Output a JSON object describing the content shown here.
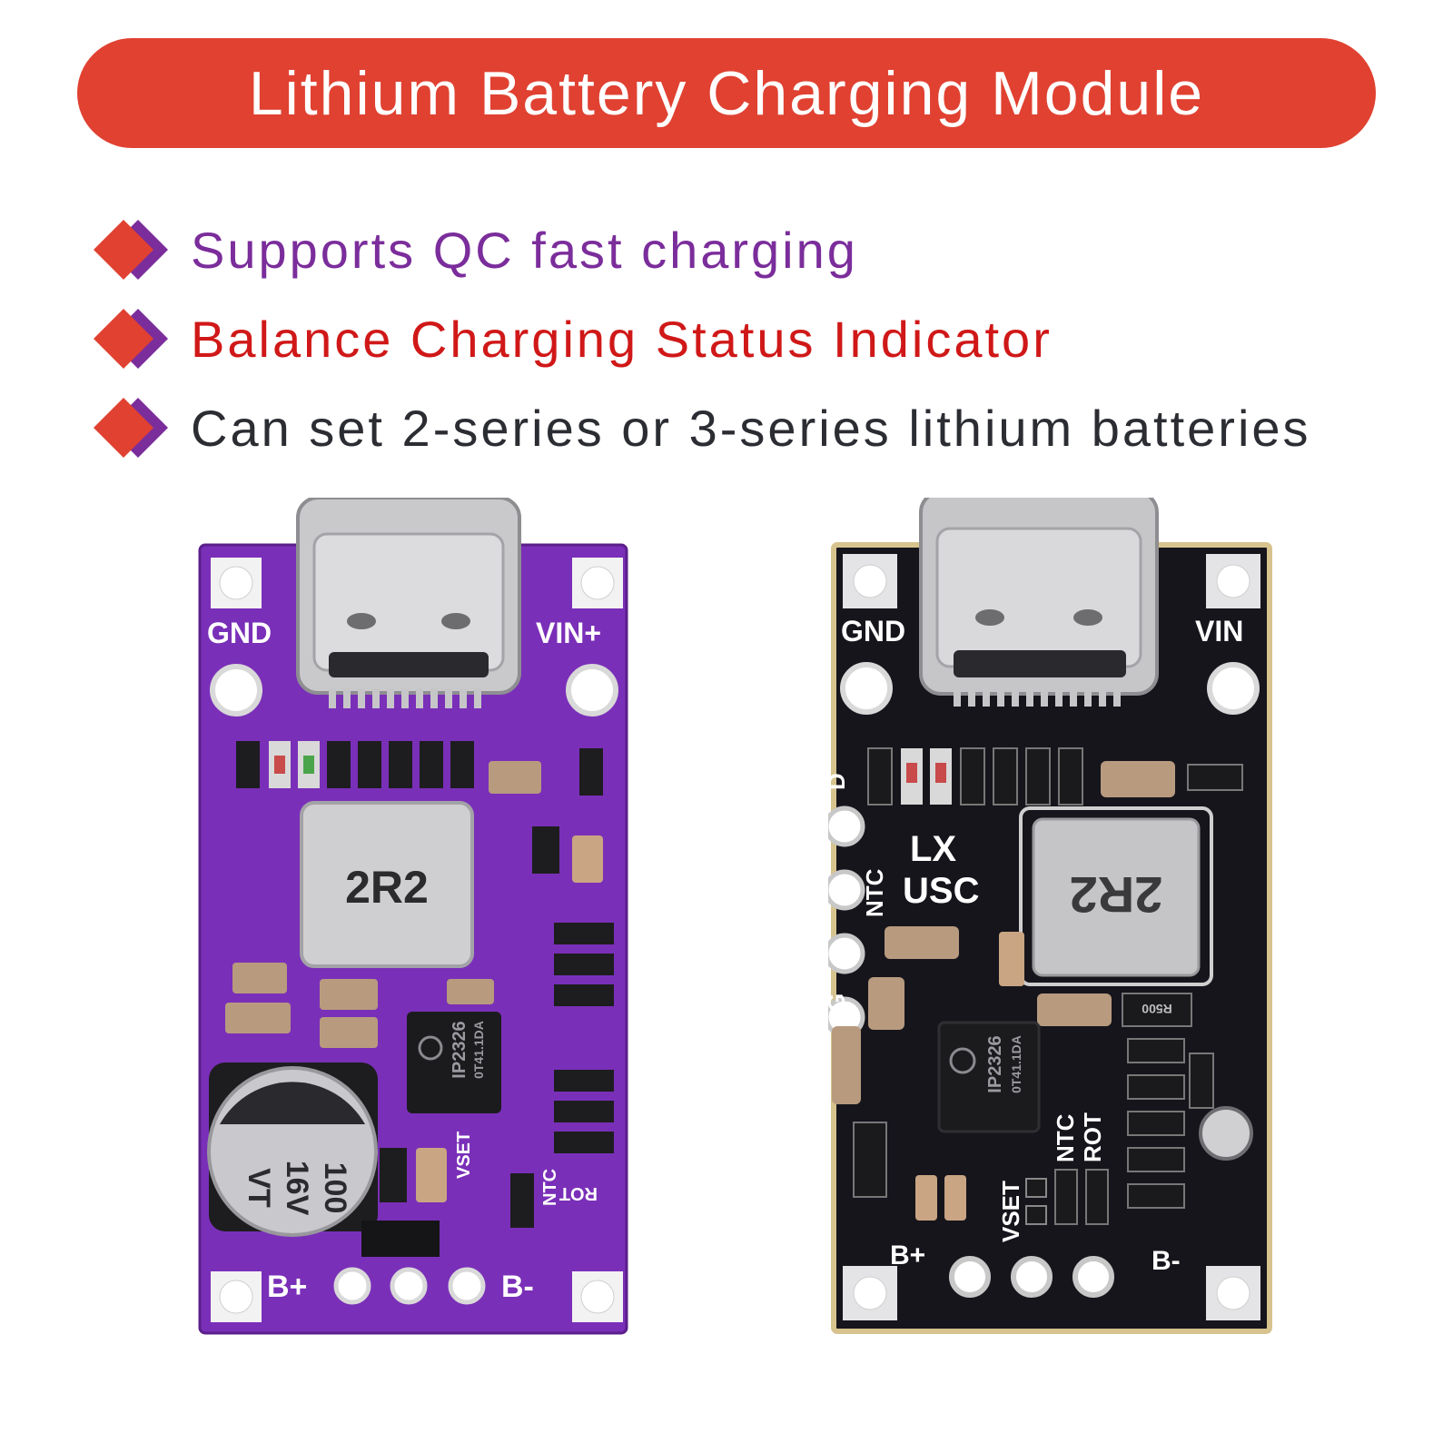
{
  "banner": {
    "title": "Lithium Battery Charging Module"
  },
  "features": [
    {
      "text": "Supports QC fast charging",
      "color": "#7b2d9b"
    },
    {
      "text": "Balance Charging  Status Indicator",
      "color": "#d01818"
    },
    {
      "text": "Can set 2-series or 3-series lithium batteries",
      "color": "#2b2d33"
    }
  ],
  "colors": {
    "banner": "#e04131",
    "bullet_front": "#e04131",
    "bullet_back": "#7b2d9b",
    "pcb_purple": "#7a2fb8",
    "pcb_black": "#16151c"
  },
  "boards": {
    "purple": {
      "gnd": "GND",
      "vin": "VIN+",
      "bplus": "B+",
      "bminus": "B-",
      "inductor": "2R2",
      "chip_line1": "IP2326",
      "chip_line2": "0T41.1DA",
      "capacitor_line1": "100",
      "capacitor_line2": "16V",
      "capacitor_line3": "VT",
      "vset": "VSET",
      "ntc": "NTC",
      "rot": "ROT"
    },
    "black": {
      "gnd": "GND",
      "vin": "VIN",
      "bplus": "B+",
      "bminus": "B-",
      "inductor": "2R2",
      "chip_line1": "IP2326",
      "chip_line2": "0T41.1DA",
      "lx": "LX",
      "usc": "USC",
      "d": "D",
      "ntc_side": "NTC",
      "g": "G",
      "vset": "VSET",
      "ntc": "NTC",
      "rot": "ROT",
      "r_value": "R500"
    }
  }
}
